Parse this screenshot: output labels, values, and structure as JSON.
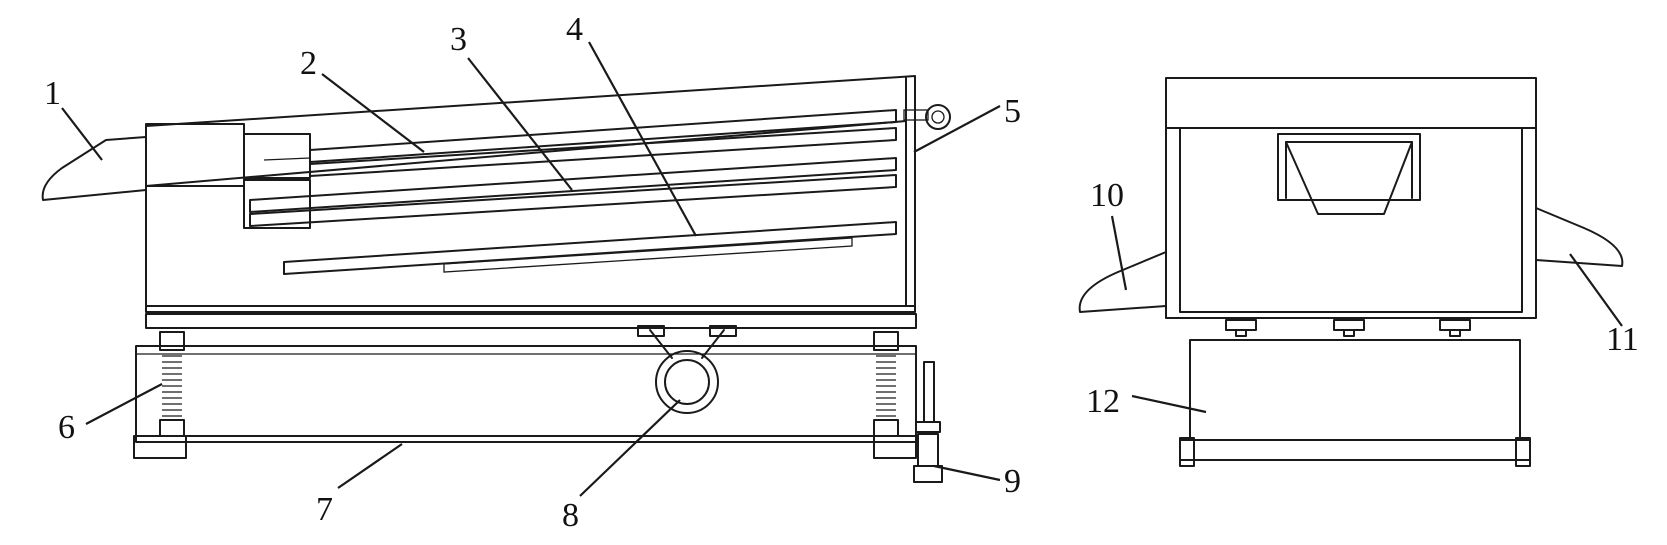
{
  "labels": [
    {
      "id": "1",
      "text": "1"
    },
    {
      "id": "2",
      "text": "2"
    },
    {
      "id": "3",
      "text": "3"
    },
    {
      "id": "4",
      "text": "4"
    },
    {
      "id": "5",
      "text": "5"
    },
    {
      "id": "6",
      "text": "6"
    },
    {
      "id": "7",
      "text": "7"
    },
    {
      "id": "8",
      "text": "8"
    },
    {
      "id": "9",
      "text": "9"
    },
    {
      "id": "10",
      "text": "10"
    },
    {
      "id": "11",
      "text": "11"
    },
    {
      "id": "12",
      "text": "12"
    }
  ],
  "colors": {
    "line": "#1a1a1a",
    "background": "#ffffff"
  }
}
